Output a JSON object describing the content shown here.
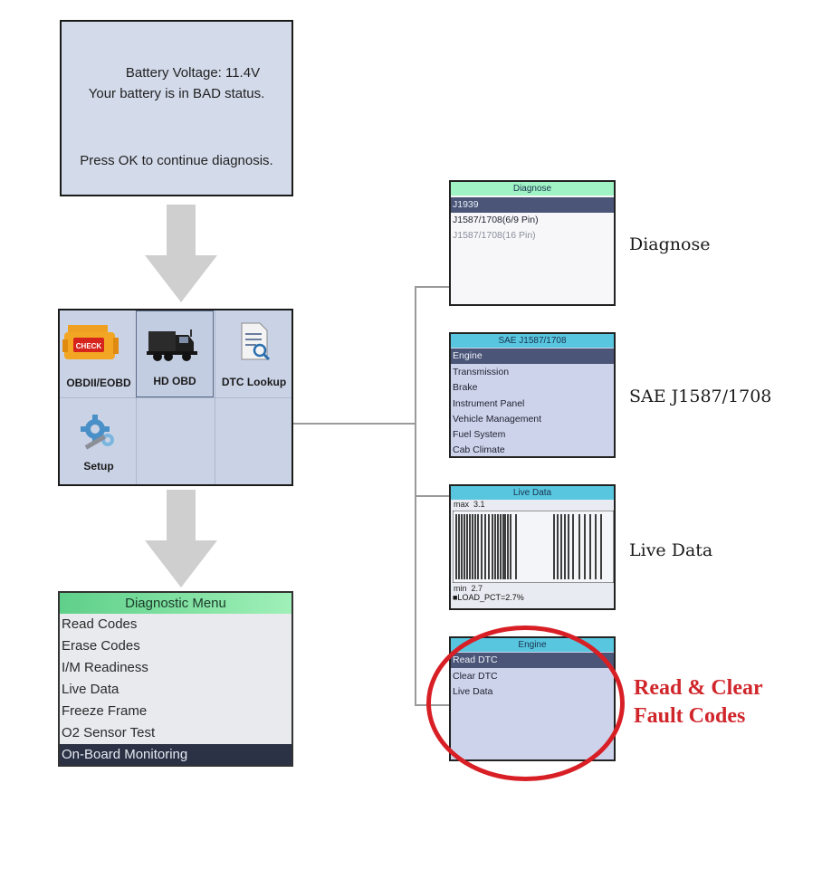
{
  "battery_screen": {
    "line1": "Battery Voltage: 11.4V",
    "line2": "Your battery is in BAD status.",
    "line3": "Press OK to continue diagnosis."
  },
  "home_screen": {
    "items": [
      {
        "label": "OBDII/EOBD",
        "icon": "check-engine-icon"
      },
      {
        "label": "HD OBD",
        "icon": "truck-icon"
      },
      {
        "label": "DTC Lookup",
        "icon": "document-search-icon"
      },
      {
        "label": "Setup",
        "icon": "gears-wrench-icon"
      }
    ]
  },
  "diagnostic_menu": {
    "title": "Diagnostic Menu",
    "items": [
      "Read Codes",
      "Erase Codes",
      "I/M Readiness",
      "Live Data",
      "Freeze Frame",
      "O2 Sensor Test",
      "On-Board Monitoring"
    ],
    "selected_index": 6
  },
  "diagnose_screen": {
    "title": "Diagnose",
    "items": [
      "J1939",
      "J1587/1708(6/9 Pin)",
      "J1587/1708(16 Pin)"
    ],
    "label": "Diagnose"
  },
  "sae_screen": {
    "title": "SAE J1587/1708",
    "items": [
      "Engine",
      "Transmission",
      "Brake",
      "Instrument Panel",
      "Vehicle Management",
      "Fuel System",
      "Cab Climate"
    ],
    "label": "SAE J1587/1708"
  },
  "live_screen": {
    "title": "Live Data",
    "max_text": "max  3.1",
    "min_text": "min  2.7",
    "pid_text": "■LOAD_PCT=2.7%",
    "label": "Live Data"
  },
  "engine_screen": {
    "title": "Engine",
    "items": [
      "Read DTC",
      "Clear DTC",
      "Live Data"
    ],
    "label_line1": "Read & Clear",
    "label_line2": "Fault Codes"
  },
  "colors": {
    "highlight_red": "#d0262b",
    "screen_bg": "#cdd5e8",
    "menu_header_green": "#5fd08a",
    "title_bar_cyan": "#4fc3dd"
  }
}
